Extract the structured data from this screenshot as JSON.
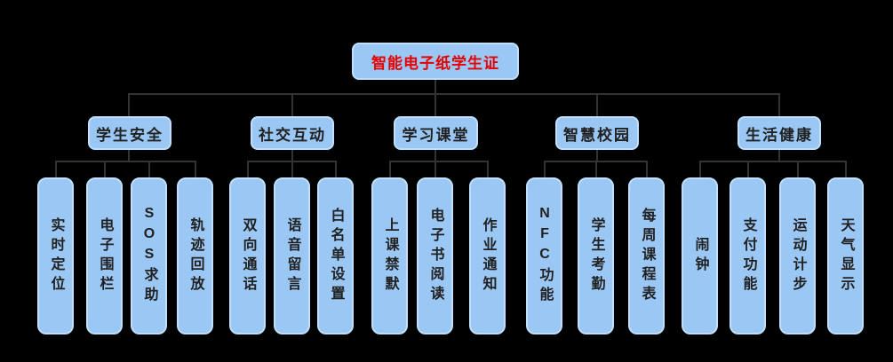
{
  "background": "#000000",
  "colors": {
    "background": "#000000",
    "line": "#333333",
    "node_fill": "#9AC7F4",
    "node_border": "#BFDFFC",
    "node_text": "#212121",
    "root_text": "#E60000"
  },
  "root": {
    "label": "智能电子纸学生证"
  },
  "groups": [
    {
      "label": "学生安全",
      "children": [
        "实时定位",
        "电子围栏",
        "SOS求助",
        "轨迹回放"
      ]
    },
    {
      "label": "社交互动",
      "children": [
        "双向通话",
        "语音留言",
        "白名单设置"
      ]
    },
    {
      "label": "学习课堂",
      "children": [
        "上课禁默",
        "电子书阅读",
        "作业通知"
      ]
    },
    {
      "label": "智慧校园",
      "children": [
        "NFC功能",
        "学生考勤",
        "每周课程表"
      ]
    },
    {
      "label": "生活健康",
      "children": [
        "闹钟",
        "支付功能",
        "运动计步",
        "天气显示"
      ]
    }
  ]
}
